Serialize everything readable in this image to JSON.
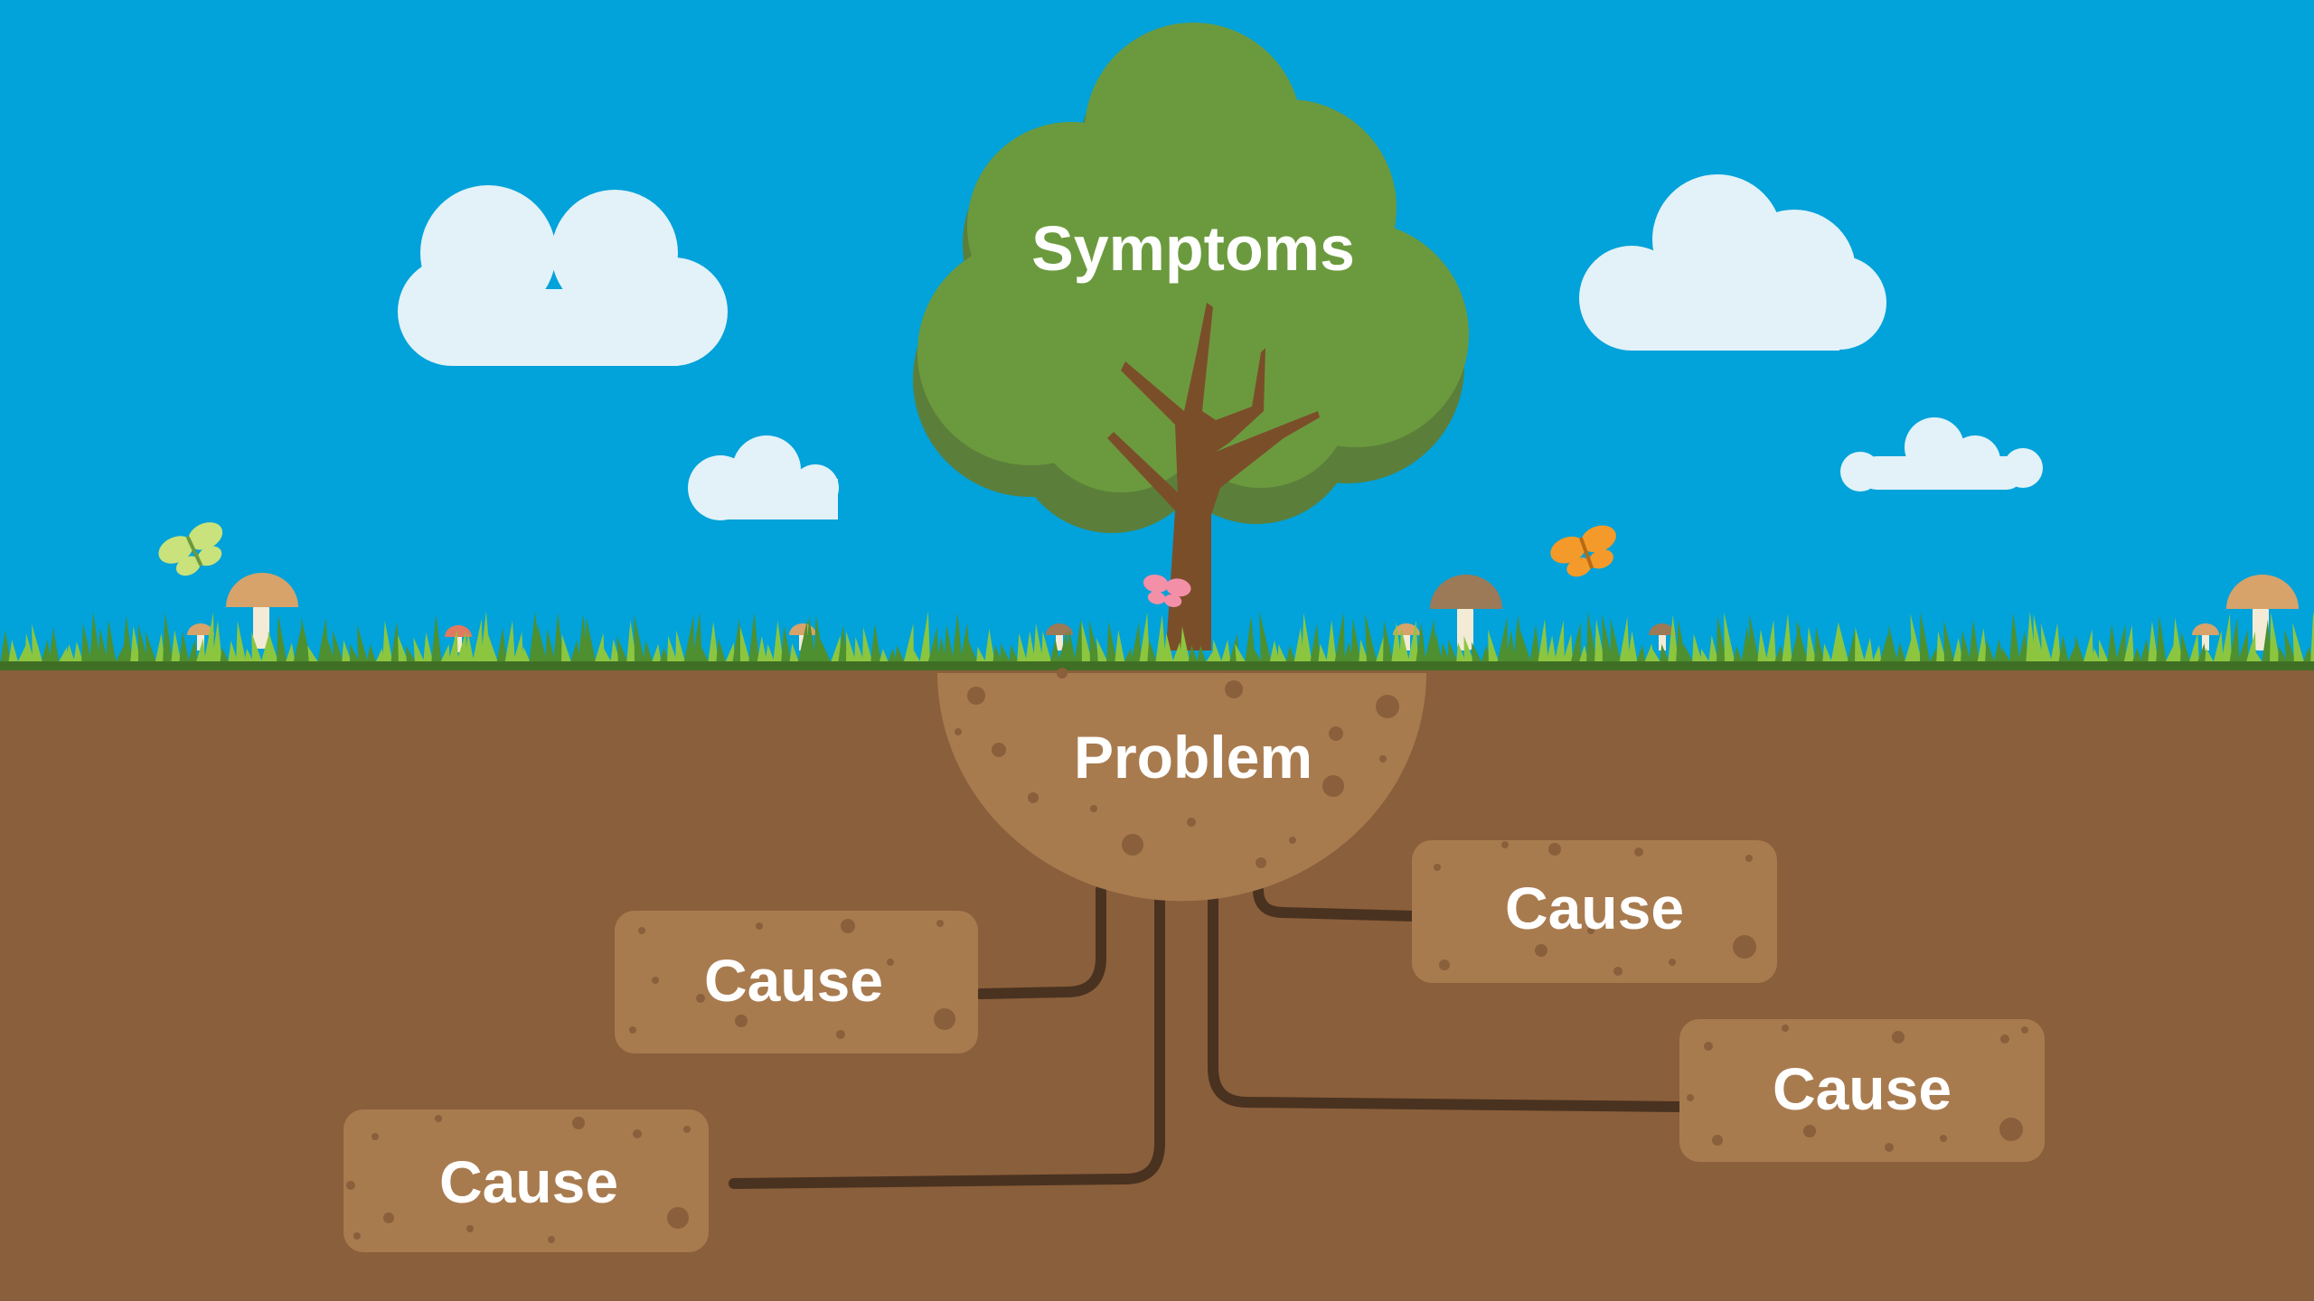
{
  "colors": {
    "sky": "#02a2da",
    "cloud": "#e2f2f8",
    "soil": "#8a5f3b",
    "soil_dark": "#6e4a2c",
    "box": "#a87b4f",
    "box_speck": "#8a5f3b",
    "root": "#4a3220",
    "tree_dark": "#5b7f3a",
    "tree_light": "#6b9a3e",
    "trunk": "#7b4e2a",
    "grass_light": "#8cc63f",
    "grass_dark": "#4e8f2f",
    "mushroom_cap": "#d7a36a",
    "mushroom_cap_dark": "#9c7a57",
    "mushroom_stem": "#f3ebd6",
    "butterfly_green": "#c9e27b",
    "butterfly_orange": "#f39a2a",
    "butterfly_pink": "#f48fa8"
  },
  "diagram": {
    "symptoms": "Symptoms",
    "problem": "Problem",
    "causes": [
      "Cause",
      "Cause",
      "Cause",
      "Cause"
    ]
  },
  "icons": {
    "tree": "tree-icon",
    "cloud": "cloud-icon",
    "mushroom": "mushroom-icon",
    "butterfly": "butterfly-icon",
    "grass": "grass-icon"
  }
}
